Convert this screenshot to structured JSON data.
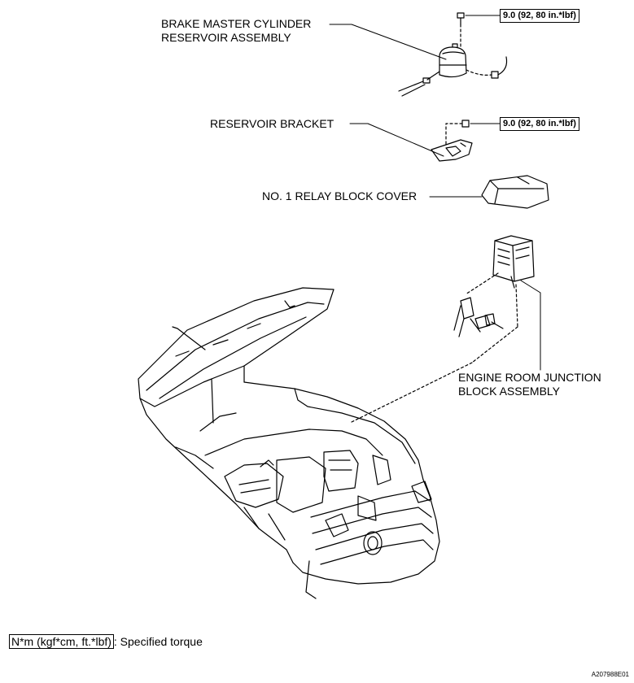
{
  "labels": {
    "brake_reservoir_line1": "BRAKE MASTER CYLINDER",
    "brake_reservoir_line2": "RESERVOIR ASSEMBLY",
    "reservoir_bracket": "RESERVOIR BRACKET",
    "relay_block_cover": "NO. 1 RELAY BLOCK COVER",
    "junction_block_line1": "ENGINE ROOM JUNCTION",
    "junction_block_line2": "BLOCK ASSEMBLY"
  },
  "torque": {
    "reservoir_bolt": "9.0 (92, 80 in.*lbf)",
    "bracket_bolt": "9.0 (92, 80 in.*lbf)"
  },
  "legend": {
    "unit_box": "N*m (kgf*cm, ft.*lbf)",
    "description": ": Specified torque"
  },
  "figure_id": "A207988E01"
}
